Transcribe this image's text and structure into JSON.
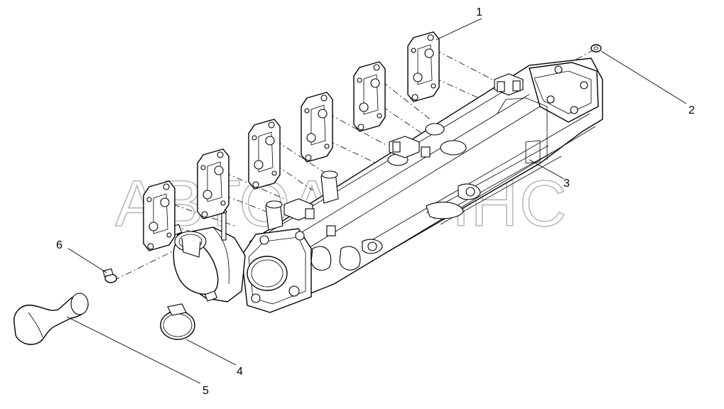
{
  "watermark": "АВТОАЛЬЯНС",
  "callouts": {
    "c1": "1",
    "c2": "2",
    "c3": "3",
    "c4": "4",
    "c5": "5",
    "c6": "6"
  }
}
